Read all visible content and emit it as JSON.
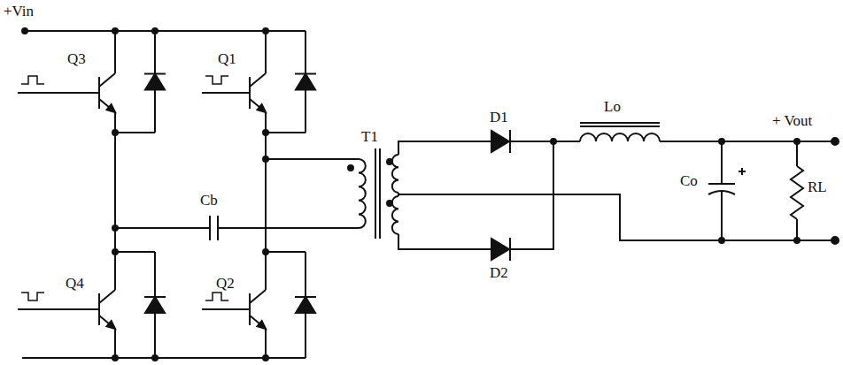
{
  "diagram": {
    "labels": [
      "+Vin",
      "Q3",
      "Q1",
      "T1",
      "D1",
      "D2",
      "Lo",
      "+ Vout",
      "Cb",
      "Co",
      "RL",
      "Q4",
      "Q2"
    ]
  }
}
